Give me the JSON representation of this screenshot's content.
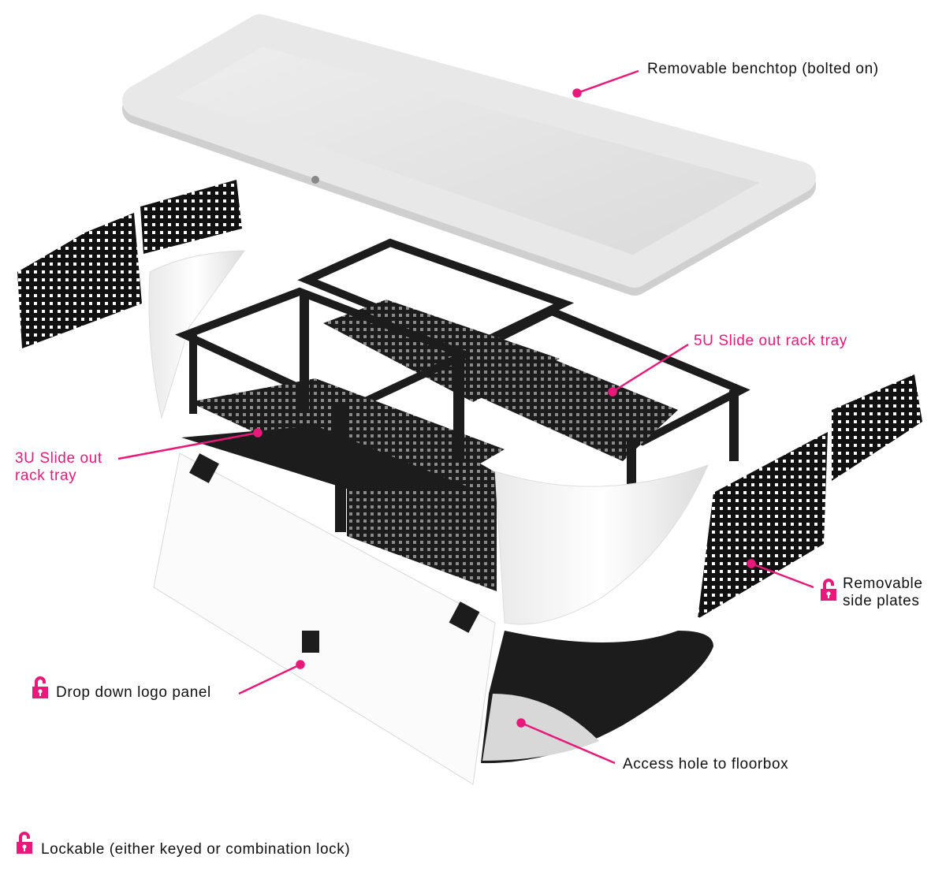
{
  "colors": {
    "accent": "#e8197a",
    "frame": "#1c1c1c",
    "shell": "#ffffff",
    "benchtop": "#e6e6e6"
  },
  "labels": {
    "benchtop": "Removable benchtop (bolted on)",
    "tray_5u": "5U Slide out rack tray",
    "tray_3u_line1": "3U Slide out",
    "tray_3u_line2": "rack tray",
    "side_plates_line1": "Removable",
    "side_plates_line2": "side plates",
    "logo_panel": "Drop down logo panel",
    "access_hole": "Access hole to floorbox"
  },
  "legend": {
    "icon": "padlock-icon",
    "text": "Lockable (either keyed or combination lock)"
  }
}
